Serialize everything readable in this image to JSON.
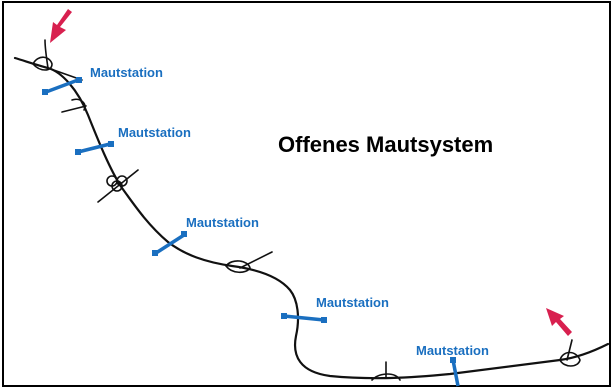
{
  "diagram": {
    "title": "Offenes Mautsystem",
    "colors": {
      "road": "#111111",
      "station": "#1a6fc0",
      "arrow": "#d8204f",
      "frame": "#000000"
    },
    "stations": [
      {
        "label": "Mautstation"
      },
      {
        "label": "Mautstation"
      },
      {
        "label": "Mautstation"
      },
      {
        "label": "Mautstation"
      },
      {
        "label": "Mautstation"
      }
    ],
    "arrows": [
      {
        "direction": "in",
        "icon": "entry-arrow-icon"
      },
      {
        "direction": "out",
        "icon": "exit-arrow-icon"
      }
    ]
  }
}
